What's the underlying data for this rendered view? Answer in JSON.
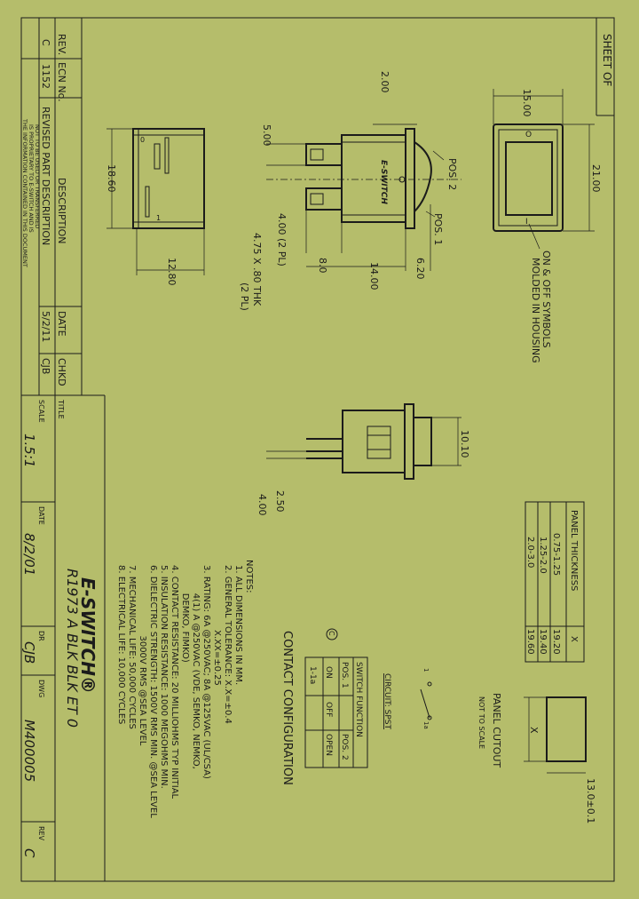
{
  "sheet_label": "SHEET OF",
  "revision_block": {
    "rev_header": "REV.",
    "ecn_header": "ECN No.",
    "description_header": "DESCRIPTION",
    "date_header": "DATE",
    "chkd_header": "CHKD",
    "rev_value": "C",
    "ecn_value": "1152",
    "description_value": "REVISED PART DESCRIPTION",
    "date_value": "5/2/11",
    "chkd_value": "CJB"
  },
  "proprietary_notice": [
    "THE INFORMATION CONTAINED IN THIS DOCUMENT",
    "IS PROPRIETARY TO E-SWITCH AND IS",
    "NOT TO BE USED OR TRANSFERRED"
  ],
  "title_block": {
    "title_label": "TITLE",
    "title_value": "R1973 A BLK BLK ET 0",
    "scale_label": "SCALE",
    "scale_value": "1.5:1",
    "date_label": "DATE",
    "date_value": "8/2/01",
    "dr_label": "DR",
    "dr_value": "CJB",
    "dwg_label": "DWG",
    "dwg_value": "M400005",
    "rev_label": "REV",
    "rev_value": "C",
    "logo_text": "E-SWITCH®"
  },
  "dimensions": {
    "d_2_00": "2.00",
    "d_15_00": "15.00",
    "d_21_00": "21.00",
    "d_5_00": "5.00",
    "d_18_60": "18.60",
    "d_12_80": "12.80",
    "d_8_0": "8.0",
    "d_14_00": "14.00",
    "d_6_20": "6.20",
    "d_4_00_2pl": "4.00 (2 PL)",
    "d_tab": "4.75 X .80 THK",
    "d_tab_2pl": "(2 PL)",
    "d_10_10": "10.10",
    "d_2_50": "2.50",
    "d_4_00": "4.00",
    "d_13_0": "13.0±0.1",
    "d_x": "X",
    "pos2": "POS. 2",
    "pos1": "POS. 1",
    "symbols_note_1": "ON & OFF SYMBOLS",
    "symbols_note_2": "MOLDED IN HOUSING",
    "switch_marking": "E-SWITCH"
  },
  "panel_cutout": {
    "title": "PANEL CUTOUT",
    "subtitle": "NOT TO SCALE"
  },
  "panel_table": {
    "header_thickness": "PANEL THICKNESS",
    "header_x": "X",
    "rows": [
      {
        "thickness": "0.75-1.25",
        "x": "19.20"
      },
      {
        "thickness": "1.25-2.0",
        "x": "19.40"
      },
      {
        "thickness": "2.0-3.0",
        "x": "19.60"
      }
    ]
  },
  "contact": {
    "title": "CONTACT CONFIGURATION",
    "circuit": "CIRCUIT: SPST",
    "function_header": "SWITCH FUNCTION",
    "pos1_header": "POS. 1",
    "pos2_header": "POS. 2",
    "row1": [
      "ON",
      "OFF",
      "OPEN"
    ],
    "row2_terminals": "1-1a",
    "circle_marker": "C",
    "terminal_1": "1",
    "terminal_1a": "1a"
  },
  "notes": {
    "header": "NOTES:",
    "lines": [
      "1. ALL DIMENSIONS IN MM.",
      "2. GENERAL TOLERANCE: X.X=±0.4",
      "                       X.XX=±0.25",
      "3. RATING: 6A @250VAC; 8A @125VAC (UL/CSA)",
      "          4(1) A @250VAC (VDE, SEMKO, NEMKO,",
      "          DEMKO, FIMKO)",
      "4. CONTACT RESISTANCE: 20 MILLIOHMS TYP INITIAL",
      "5. INSULATION RESISTANCE: 1000 MEGOHMS MIN.",
      "6. DIELECTRIC STRENGTH: 1500V RMS MIN. @SEA LEVEL",
      "                         3000V RMS @SEA LEVEL",
      "7. MECHANICAL LIFE: 50,000 CYCLES",
      "8. ELECTRICAL LIFE: 10,000 CYCLES"
    ]
  },
  "colors": {
    "background": "#b5bd6b",
    "ink": "#1b1b1b"
  }
}
